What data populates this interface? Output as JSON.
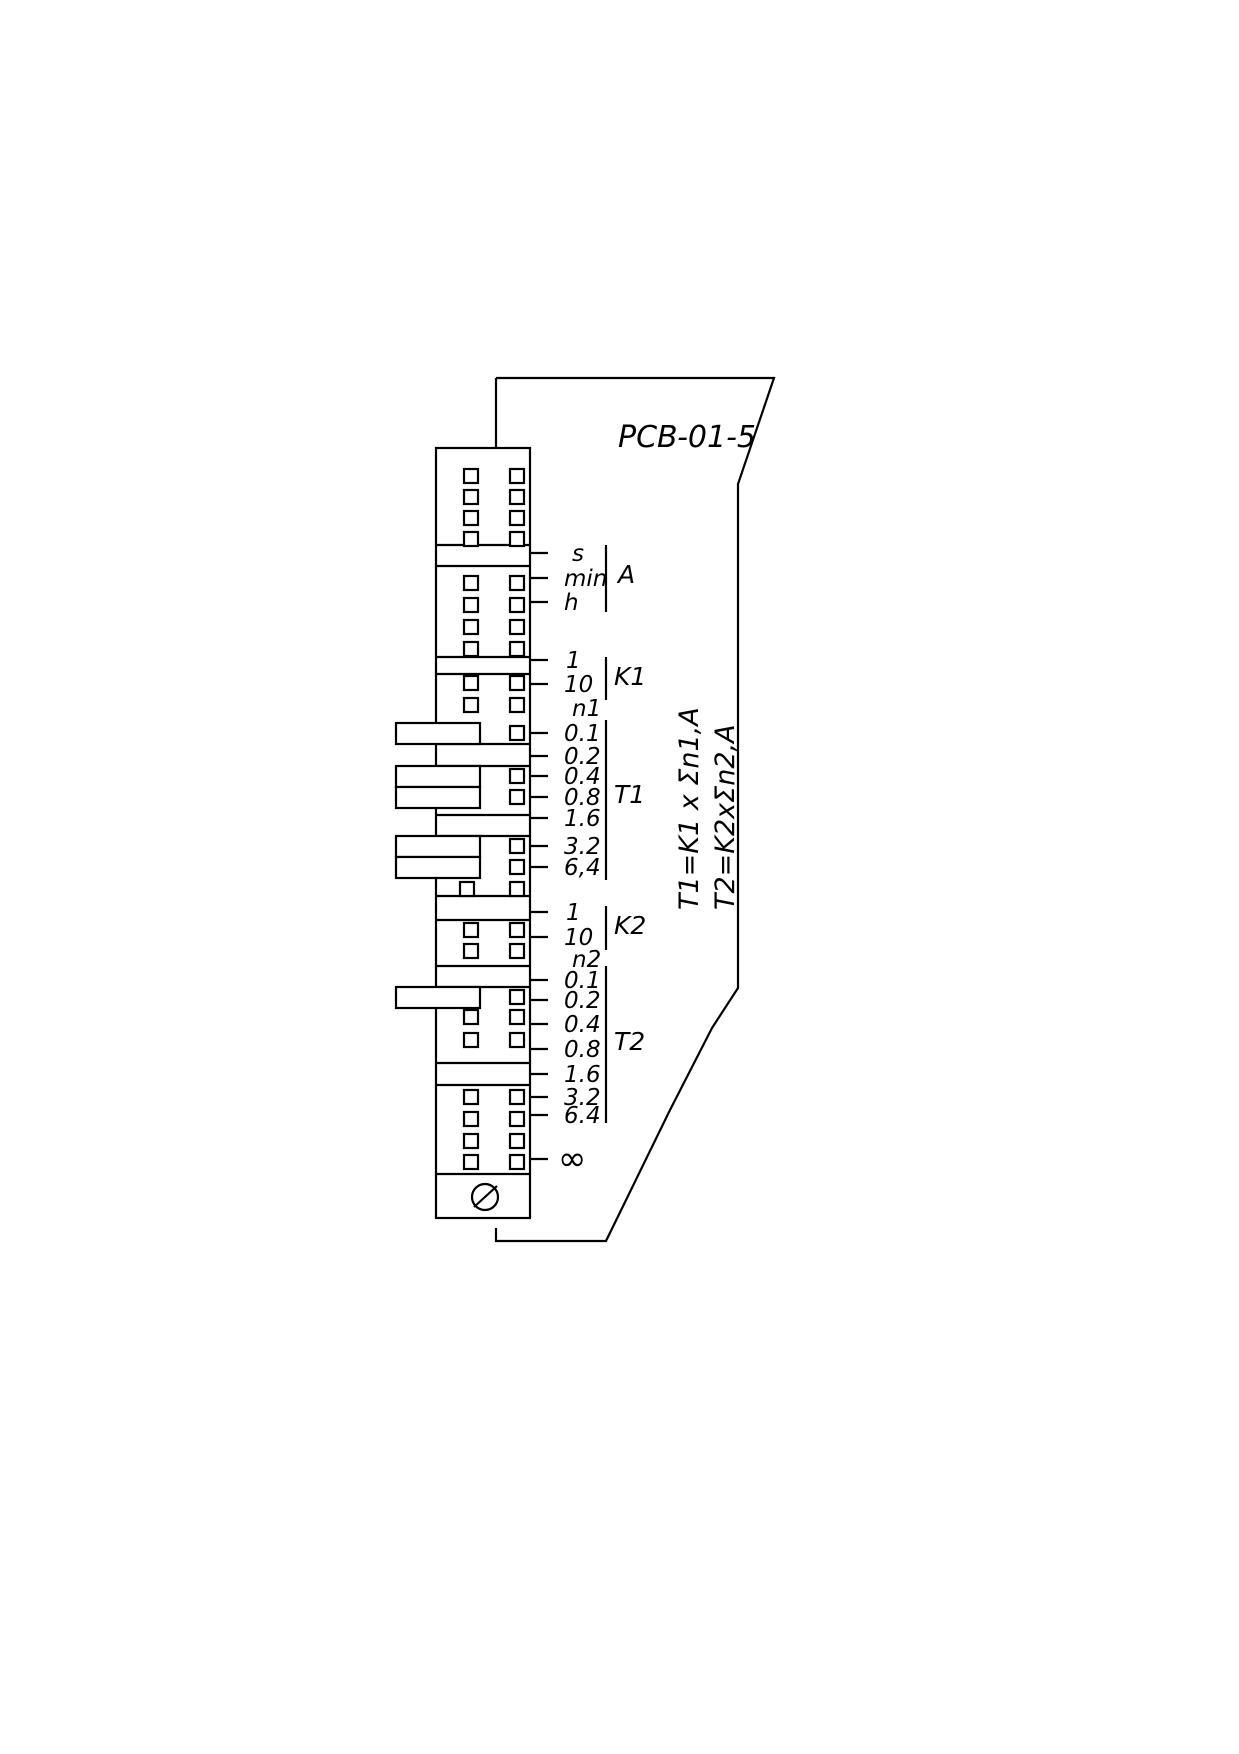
{
  "device": {
    "model": "PCB-01-5",
    "formula_t1": "T1=K1 x Σn1,A",
    "formula_t2": "T2=K2xΣn2,A"
  },
  "scale": {
    "groups": [
      {
        "label": "A",
        "ticks": [
          "s",
          "min",
          "h"
        ]
      },
      {
        "label": "K1",
        "ticks": [
          "1",
          "10",
          "n1"
        ]
      },
      {
        "label": "T1",
        "ticks": [
          "0.1",
          "0.2",
          "0.4",
          "0.8",
          "1.6",
          "3.2",
          "6,4"
        ]
      },
      {
        "label": "K2",
        "ticks": [
          "1",
          "10",
          "n2"
        ]
      },
      {
        "label": "T2",
        "ticks": [
          "0.1",
          "0.2",
          "0.4",
          "0.8",
          "1.6",
          "3.2",
          "6.4"
        ]
      }
    ],
    "infinity_label": "∞"
  },
  "switches": {
    "t1_set": [
      "0.1",
      "0.4",
      "0.8",
      "3.2",
      "6,4"
    ],
    "t2_set": [
      "0.2"
    ]
  }
}
